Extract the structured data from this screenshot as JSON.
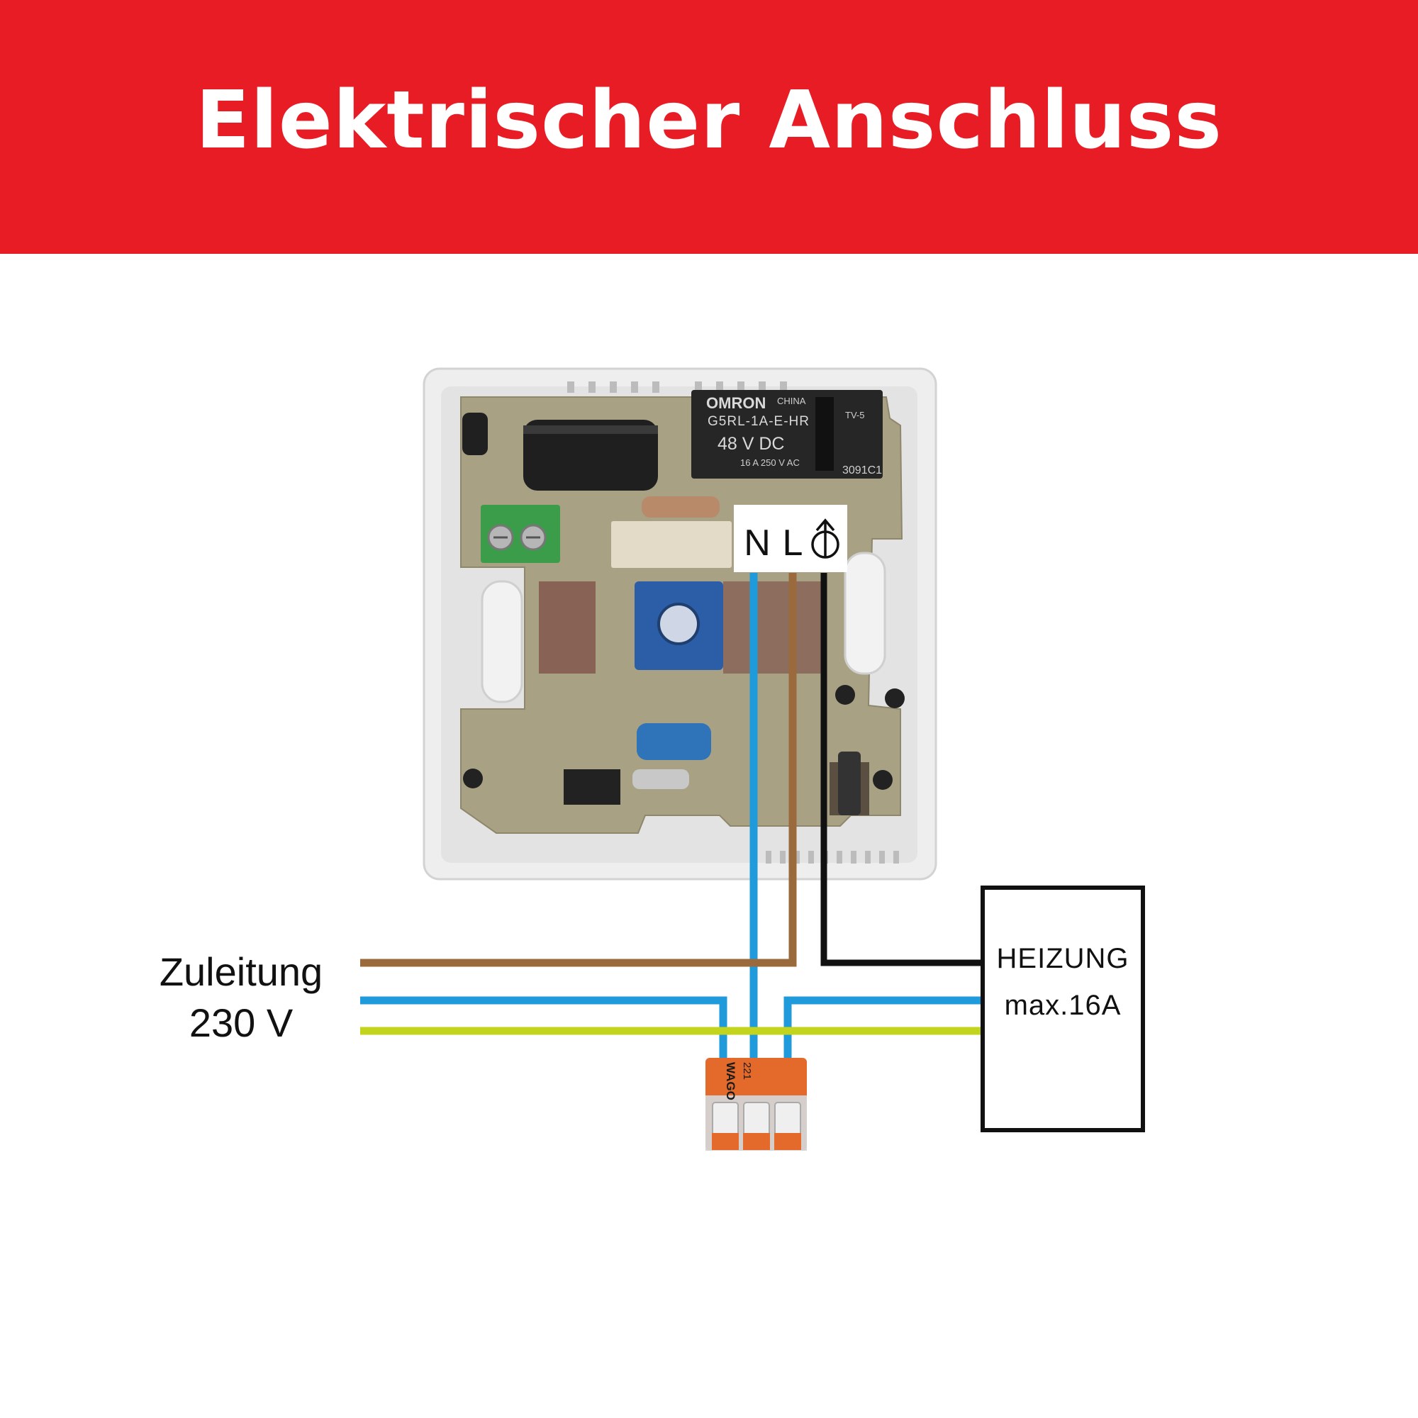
{
  "header": {
    "title": "Elektrischer Anschluss",
    "background_color": "#e81c25",
    "text_color": "#ffffff"
  },
  "supply": {
    "label_line1": "Zuleitung",
    "label_line2": "230 V"
  },
  "terminal": {
    "n_label": "N",
    "l_label": "L",
    "output_symbol": "output-arrow-icon"
  },
  "heater": {
    "label_line1": "HEIZUNG",
    "label_line2": "max.16A"
  },
  "relay": {
    "brand": "OMRON",
    "origin": "CHINA",
    "model": "G5RL-1A-E-HR",
    "coil": "48 V DC",
    "rating": "16 A 250 V AC",
    "approval": "TV-5",
    "code": "3091C1"
  },
  "connector": {
    "brand": "WAGO",
    "model": "221"
  },
  "wire_colors": {
    "phase_brown": "#9b6a3c",
    "neutral_blue": "#1f9bdc",
    "earth_green_yellow": "#c2d41c",
    "switched_black": "#111111"
  }
}
